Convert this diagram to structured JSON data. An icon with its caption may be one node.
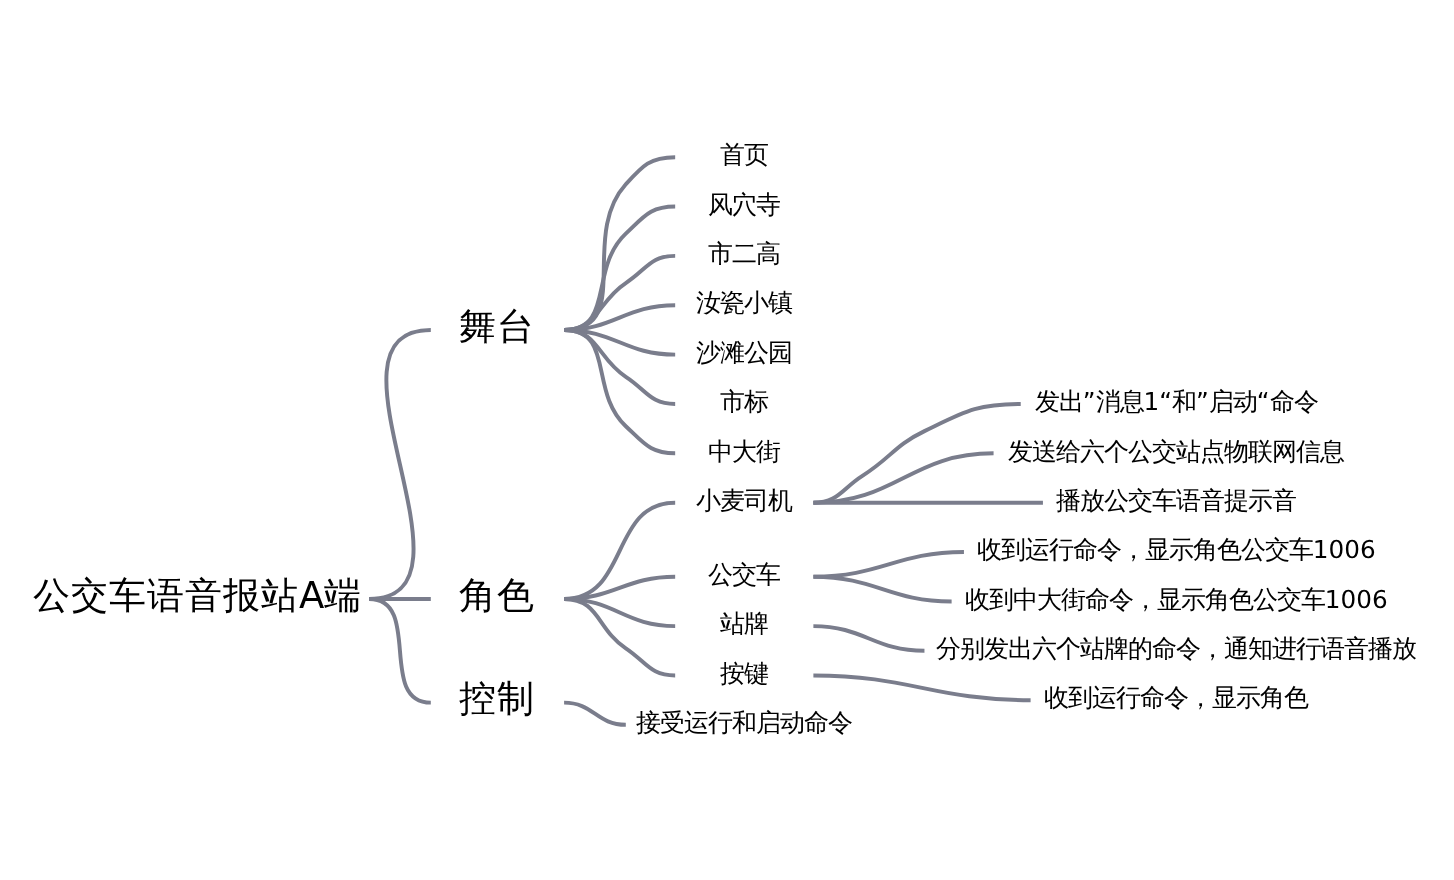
{
  "diagram": {
    "nodes": [
      {
        "text": [
          "公交车语音报站A端"
        ]
      },
      {
        "text": [
          "舞台"
        ]
      },
      {
        "text": [
          "首页"
        ]
      },
      {
        "text": [
          "风穴寺"
        ]
      },
      {
        "text": [
          "市二高"
        ]
      },
      {
        "text": [
          "汝瓷小镇"
        ]
      },
      {
        "text": [
          "沙滩公园"
        ]
      },
      {
        "text": [
          "市标"
        ]
      },
      {
        "text": [
          "中大街"
        ]
      },
      {
        "text": [
          "角色"
        ]
      },
      {
        "text": [
          "小麦司机"
        ]
      },
      {
        "text": [
          "发出”消息1“和”启动“命令"
        ]
      },
      {
        "text": [
          "发送给六个公交站点物联网信息"
        ]
      },
      {
        "text": [
          "播放公交车语音提示音"
        ]
      },
      {
        "text": [
          "公交车"
        ]
      },
      {
        "text": [
          "收到运行命令，显示角色公交车1006"
        ]
      },
      {
        "text": [
          "收到中大街命令，显示角色公交车1006"
        ]
      },
      {
        "text": [
          "站牌"
        ]
      },
      {
        "text": [
          "分别发出六个站牌的命令，通知进行语音播放"
        ]
      },
      {
        "text": [
          "按键"
        ]
      },
      {
        "text": [
          "收到运行命令，显示角色"
        ]
      },
      {
        "text": [
          "控制"
        ]
      },
      {
        "text": [
          "接受运行和启动命令"
        ]
      }
    ],
    "edges": [
      {
        "from": 0,
        "to": 1,
        "arrow": "none"
      },
      {
        "from": 1,
        "to": 2,
        "arrow": "none"
      },
      {
        "from": 1,
        "to": 3,
        "arrow": "none"
      },
      {
        "from": 1,
        "to": 4,
        "arrow": "none"
      },
      {
        "from": 1,
        "to": 5,
        "arrow": "none"
      },
      {
        "from": 1,
        "to": 6,
        "arrow": "none"
      },
      {
        "from": 1,
        "to": 7,
        "arrow": "none"
      },
      {
        "from": 1,
        "to": 8,
        "arrow": "none"
      },
      {
        "from": 0,
        "to": 9,
        "arrow": "none"
      },
      {
        "from": 9,
        "to": 10,
        "arrow": "none"
      },
      {
        "from": 10,
        "to": 11,
        "arrow": "none"
      },
      {
        "from": 10,
        "to": 12,
        "arrow": "none"
      },
      {
        "from": 10,
        "to": 13,
        "arrow": "none"
      },
      {
        "from": 9,
        "to": 14,
        "arrow": "none"
      },
      {
        "from": 14,
        "to": 15,
        "arrow": "none"
      },
      {
        "from": 14,
        "to": 16,
        "arrow": "none"
      },
      {
        "from": 9,
        "to": 17,
        "arrow": "none"
      },
      {
        "from": 17,
        "to": 18,
        "arrow": "none"
      },
      {
        "from": 9,
        "to": 19,
        "arrow": "none"
      },
      {
        "from": 19,
        "to": 20,
        "arrow": "none"
      },
      {
        "from": 0,
        "to": 21,
        "arrow": "none"
      },
      {
        "from": 21,
        "to": 22,
        "arrow": "none"
      }
    ]
  }
}
